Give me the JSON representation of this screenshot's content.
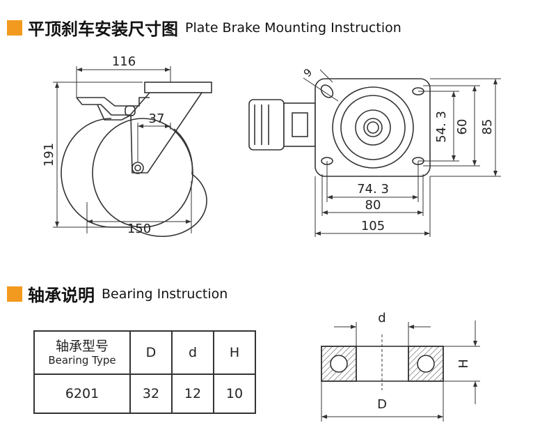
{
  "section1": {
    "title_cn": "平顶刹车安装尺寸图",
    "title_en": "Plate Brake Mounting Instruction"
  },
  "section2": {
    "title_cn": "轴承说明",
    "title_en": "Bearing Instruction"
  },
  "side_view": {
    "dims": {
      "top_width": "116",
      "offset": "37",
      "height": "191",
      "wheel_dia": "150"
    }
  },
  "plate_view": {
    "dims": {
      "hole_dia": "9",
      "hole_v": "54. 3",
      "plate_v_inner": "60",
      "plate_v": "85",
      "hole_h": "74. 3",
      "plate_h_inner": "80",
      "plate_h": "105"
    }
  },
  "bearing_diagram": {
    "labels": {
      "inner": "d",
      "outer": "D",
      "height": "H"
    }
  },
  "bearing_table": {
    "header_cn": "轴承型号",
    "header_en": "Bearing Type",
    "columns": [
      "D",
      "d",
      "H"
    ],
    "row": {
      "type": "6201",
      "D": "32",
      "d": "12",
      "H": "10"
    }
  },
  "colors": {
    "accent": "#f29a1f",
    "line": "#333333"
  }
}
